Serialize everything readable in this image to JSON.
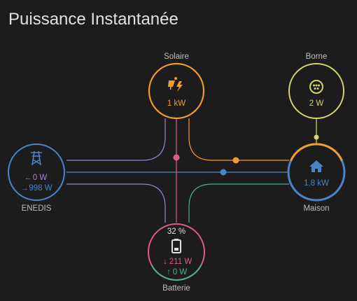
{
  "title": "Puissance Instantanée",
  "colors": {
    "grid": "#4a84c6",
    "grid_return": "#a281d2",
    "solar": "#f39c2c",
    "battery": "#e05a86",
    "battery_out": "#4db092",
    "charger": "#d6d568",
    "home": "#4a84c6"
  },
  "nodes": {
    "solar": {
      "label": "Solaire",
      "value": "1 kW",
      "icon": "solar-power-icon"
    },
    "charger": {
      "label": "Borne",
      "value": "2 W",
      "icon": "ev-plug-icon"
    },
    "grid": {
      "label": "ENEDIS",
      "export_value": "0 W",
      "import_value": "998 W",
      "export_arrow": "←",
      "import_arrow": "→",
      "icon": "transmission-tower-icon"
    },
    "home": {
      "label": "Maison",
      "value": "1,8 kW",
      "icon": "home-icon"
    },
    "battery": {
      "label": "Batterie",
      "soc": "32 %",
      "in_value": "211 W",
      "out_value": "0 W",
      "in_arrow": "↓",
      "out_arrow": "↑",
      "icon": "battery-icon"
    }
  }
}
